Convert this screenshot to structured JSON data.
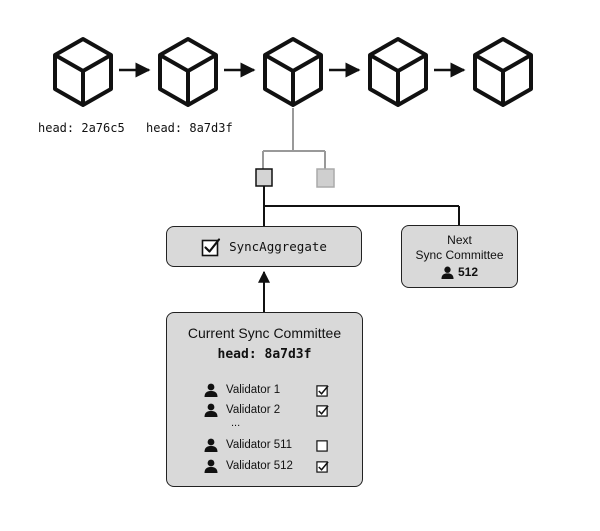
{
  "chain": {
    "head_labels": [
      "head: 2a76c5",
      "head: 8a7d3f"
    ]
  },
  "sync_aggregate": {
    "label": "SyncAggregate"
  },
  "next_committee": {
    "title_line1": "Next",
    "title_line2": "Sync Committee",
    "size": "512"
  },
  "current_committee": {
    "title": "Current Sync Committee",
    "head": "head: 8a7d3f",
    "ellipsis": "...",
    "validators": [
      {
        "name": "Validator 1",
        "checked": true
      },
      {
        "name": "Validator 2",
        "checked": true
      },
      {
        "name": "Validator 511",
        "checked": false
      },
      {
        "name": "Validator 512",
        "checked": true
      }
    ]
  },
  "icons": [
    "block-cube-icon",
    "arrow-icon",
    "user-icon",
    "checkbox-checked-icon",
    "checkbox-empty-icon"
  ],
  "colors": {
    "stroke": "#111111",
    "box_fill": "#d9d9d9",
    "branch_gray": "#999999",
    "leaf_fill": "#cccccc"
  }
}
